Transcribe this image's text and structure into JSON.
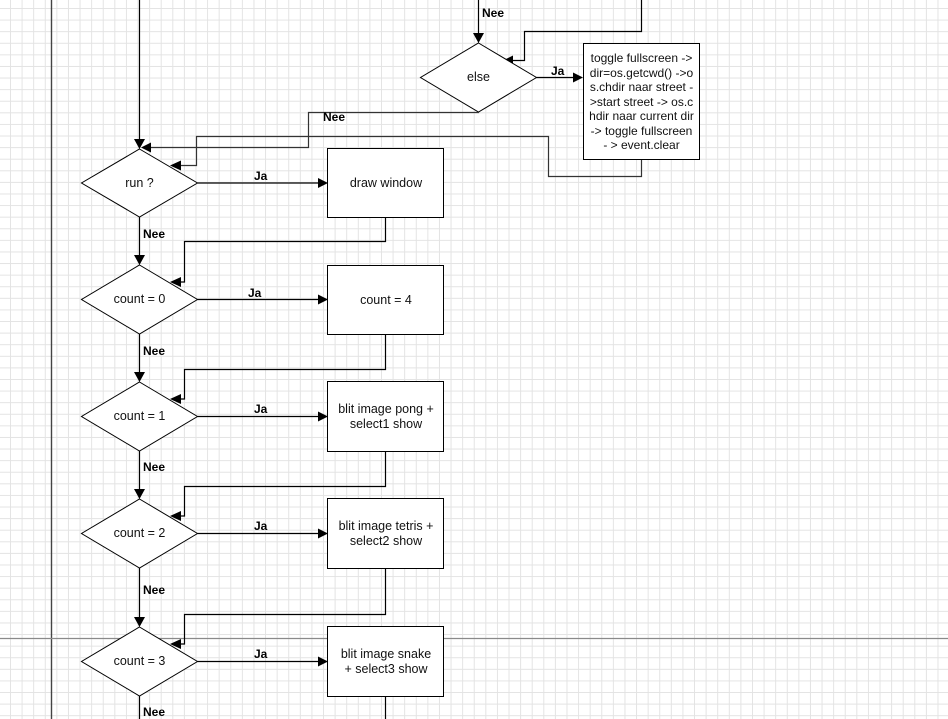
{
  "diagram": {
    "type": "flowchart",
    "decisions": [
      {
        "id": "else",
        "label": "else"
      },
      {
        "id": "run",
        "label": "run ?"
      },
      {
        "id": "count0",
        "label": "count = 0"
      },
      {
        "id": "count1",
        "label": "count = 1"
      },
      {
        "id": "count2",
        "label": "count = 2"
      },
      {
        "id": "count3",
        "label": "count = 3"
      }
    ],
    "processes": [
      {
        "id": "toggle",
        "label": "toggle fullscreen ->\ndir=os.getcwd() ->o\ns.chdir naar street -\n>start street -> os.c\nhdir naar current dir\n-> toggle fullscreen\n- > event.clear"
      },
      {
        "id": "draw",
        "label": "draw window"
      },
      {
        "id": "count4",
        "label": "count = 4"
      },
      {
        "id": "pong",
        "label": "blit image pong +\nselect1 show"
      },
      {
        "id": "tetris",
        "label": "blit image tetris +\nselect2 show"
      },
      {
        "id": "snake",
        "label": "blit image snake\n+ select3 show"
      }
    ],
    "edge_labels": {
      "yes": "Ja",
      "no": "Nee"
    },
    "edges": [
      {
        "from": "previous",
        "to": "else",
        "label": "Nee"
      },
      {
        "from": "else",
        "to": "toggle",
        "label": "Ja"
      },
      {
        "from": "else",
        "to": "run",
        "label": "Nee"
      },
      {
        "from": "toggle",
        "to": "run",
        "label": ""
      },
      {
        "from": "run",
        "to": "draw",
        "label": "Ja"
      },
      {
        "from": "run",
        "to": "count0",
        "label": "Nee"
      },
      {
        "from": "draw",
        "to": "count0",
        "label": ""
      },
      {
        "from": "count0",
        "to": "count4",
        "label": "Ja"
      },
      {
        "from": "count0",
        "to": "count1",
        "label": "Nee"
      },
      {
        "from": "count4",
        "to": "count1",
        "label": ""
      },
      {
        "from": "count1",
        "to": "pong",
        "label": "Ja"
      },
      {
        "from": "count1",
        "to": "count2",
        "label": "Nee"
      },
      {
        "from": "pong",
        "to": "count2",
        "label": ""
      },
      {
        "from": "count2",
        "to": "tetris",
        "label": "Ja"
      },
      {
        "from": "count2",
        "to": "count3",
        "label": "Nee"
      },
      {
        "from": "tetris",
        "to": "count3",
        "label": ""
      },
      {
        "from": "count3",
        "to": "snake",
        "label": "Ja"
      },
      {
        "from": "count3",
        "to": "next",
        "label": "Nee"
      }
    ]
  }
}
